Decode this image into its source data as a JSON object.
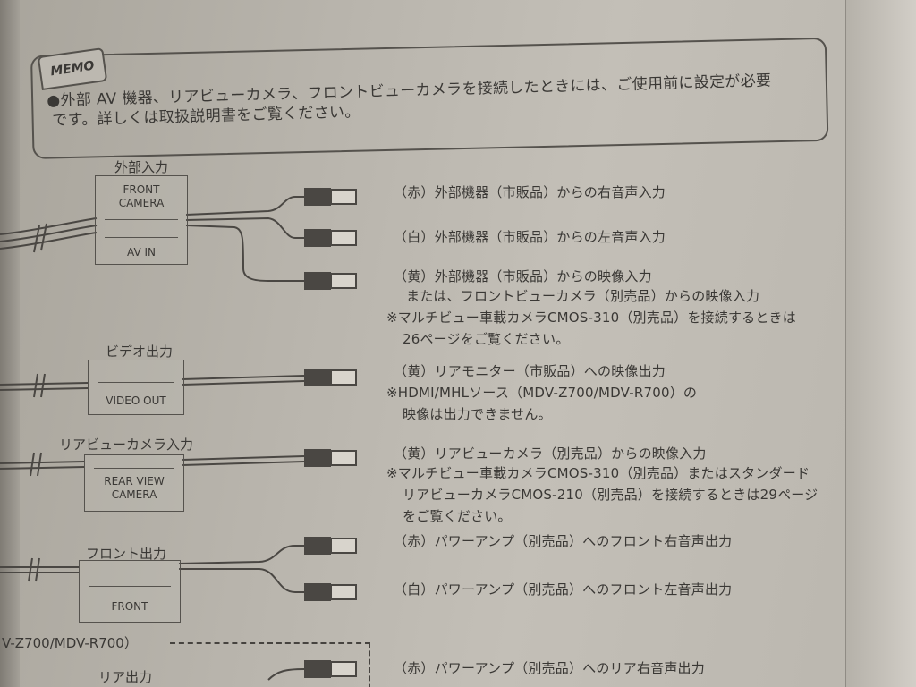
{
  "memo": {
    "tag": "MEMO",
    "line1": "●外部 AV 機器、リアビューカメラ、フロントビューカメラを接続したときには、ご使用前に設定が必要",
    "line2": "です。詳しくは取扱説明書をご覧ください。"
  },
  "external_input": {
    "title": "外部入力",
    "box_top": "FRONT\nCAMERA",
    "box_bottom": "AV IN",
    "red": "（赤）外部機器（市販品）からの右音声入力",
    "white": "（白）外部機器（市販品）からの左音声入力",
    "yellow": "（黄）外部機器（市販品）からの映像入力",
    "yellow2": "または、フロントビューカメラ（別売品）からの映像入力",
    "note1": "※マルチビュー車載カメラCMOS-310（別売品）を接続するときは",
    "note2": "26ページをご覧ください。"
  },
  "video_output": {
    "title": "ビデオ出力",
    "box": "VIDEO OUT",
    "line1": "（黄）リアモニター（市販品）への映像出力",
    "note1": "※HDMI/MHLソース（MDV-Z700/MDV-R700）の",
    "note2": "映像は出力できません。"
  },
  "rear_camera": {
    "title": "リアビューカメラ入力",
    "box": "REAR VIEW\nCAMERA",
    "line1": "（黄）リアビューカメラ（別売品）からの映像入力",
    "note1": "※マルチビュー車載カメラCMOS-310（別売品）またはスタンダード",
    "note2": "リアビューカメラCMOS-210（別売品）を接続するときは29ページ",
    "note3": "をご覧ください。"
  },
  "front_output": {
    "title": "フロント出力",
    "box": "FRONT",
    "red": "（赤）パワーアンプ（別売品）へのフロント右音声出力",
    "white": "（白）パワーアンプ（別売品）へのフロント左音声出力"
  },
  "rear_output": {
    "model_note": "V-Z700/MDV-R700）",
    "title": "リア出力",
    "red": "（赤）パワーアンプ（別売品）へのリア右音声出力"
  }
}
